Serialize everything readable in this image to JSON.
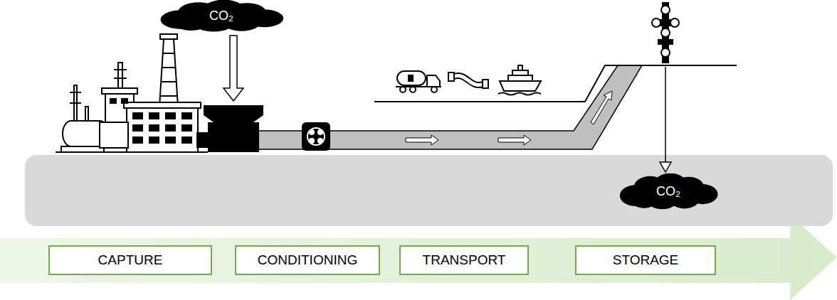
{
  "diagram": {
    "nodes": [
      {
        "text": [
          "CO₂"
        ]
      },
      {
        "text": [
          "CO₂"
        ]
      },
      {
        "text": [
          "CAPTURE"
        ]
      },
      {
        "text": [
          "CONDITIONING"
        ]
      },
      {
        "text": [
          "TRANSPORT"
        ]
      },
      {
        "text": [
          "STORAGE"
        ]
      }
    ]
  }
}
